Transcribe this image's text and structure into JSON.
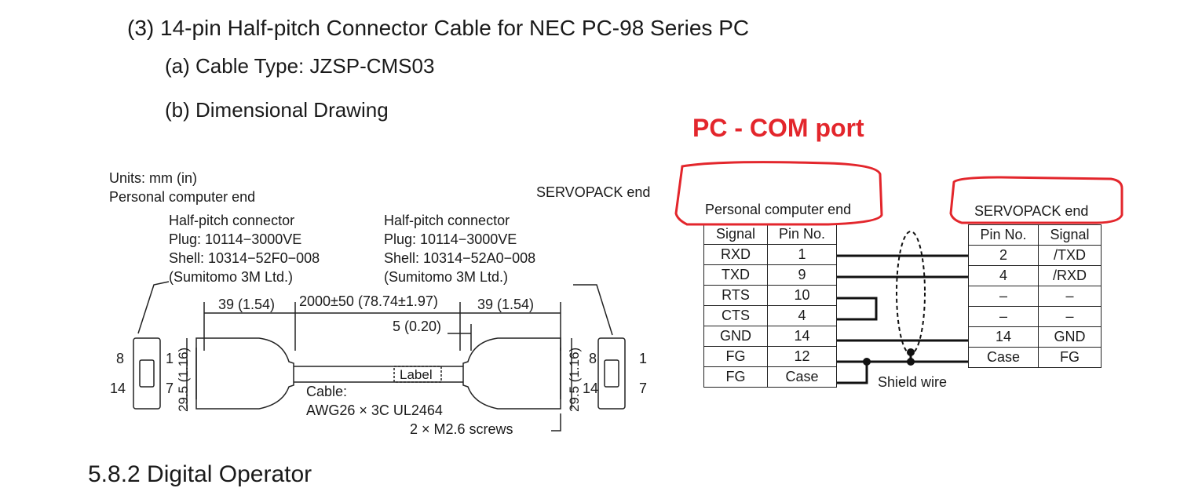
{
  "section_title": "(3) 14-pin Half-pitch Connector Cable for NEC PC-98 Series PC",
  "cable_type": "(a) Cable Type: JZSP-CMS03",
  "dimensional_drawing": "(b) Dimensional Drawing",
  "annotation": "PC - COM port",
  "drawing": {
    "units": "Units: mm (in)",
    "pc_end": "Personal computer end",
    "servopack_end_label": "SERVOPACK end",
    "left_connector": [
      "Half-pitch connector",
      "Plug: 10114−3000VE",
      "Shell: 10314−52F0−008",
      "(Sumitomo 3M Ltd.)"
    ],
    "right_connector": [
      "Half-pitch connector",
      "Plug: 10114−3000VE",
      "Shell: 10314−52A0−008",
      "(Sumitomo 3M Ltd.)"
    ],
    "dim_left": "39 (1.54)",
    "dim_cable": "2000±50 (78.74±1.97)",
    "dim_right": "39 (1.54)",
    "dim_gap": "5 (0.20)",
    "dim_height_left": "29.5 (1.16)",
    "dim_height_right": "29.5 (1.16)",
    "pin_8_left": "8",
    "pin_1_left": "1",
    "pin_14_left": "14",
    "pin_7_left": "7",
    "pin_8_right": "8",
    "pin_1_right": "1",
    "pin_14_right": "14",
    "pin_7_right": "7",
    "label_tag": "Label",
    "cable_spec": [
      "Cable:",
      "AWG26 × 3C UL2464"
    ],
    "screws": "2 × M2.6 screws"
  },
  "wiring": {
    "pc_end_title": "Personal computer end",
    "servopack_end_title": "SERVOPACK end",
    "shield_wire": "Shield wire",
    "pc_headers": [
      "Signal",
      "Pin No."
    ],
    "pc_rows": [
      [
        "RXD",
        "1"
      ],
      [
        "TXD",
        "9"
      ],
      [
        "RTS",
        "10"
      ],
      [
        "CTS",
        "4"
      ],
      [
        "GND",
        "14"
      ],
      [
        "FG",
        "12"
      ],
      [
        "FG",
        "Case"
      ]
    ],
    "sp_headers": [
      "Pin No.",
      "Signal"
    ],
    "sp_rows": [
      [
        "2",
        "/TXD"
      ],
      [
        "4",
        "/RXD"
      ],
      [
        "–",
        "–"
      ],
      [
        "–",
        "–"
      ],
      [
        "14",
        "GND"
      ],
      [
        "Case",
        "FG"
      ]
    ]
  },
  "footer_cut": "5.8.2 Digital Operator"
}
